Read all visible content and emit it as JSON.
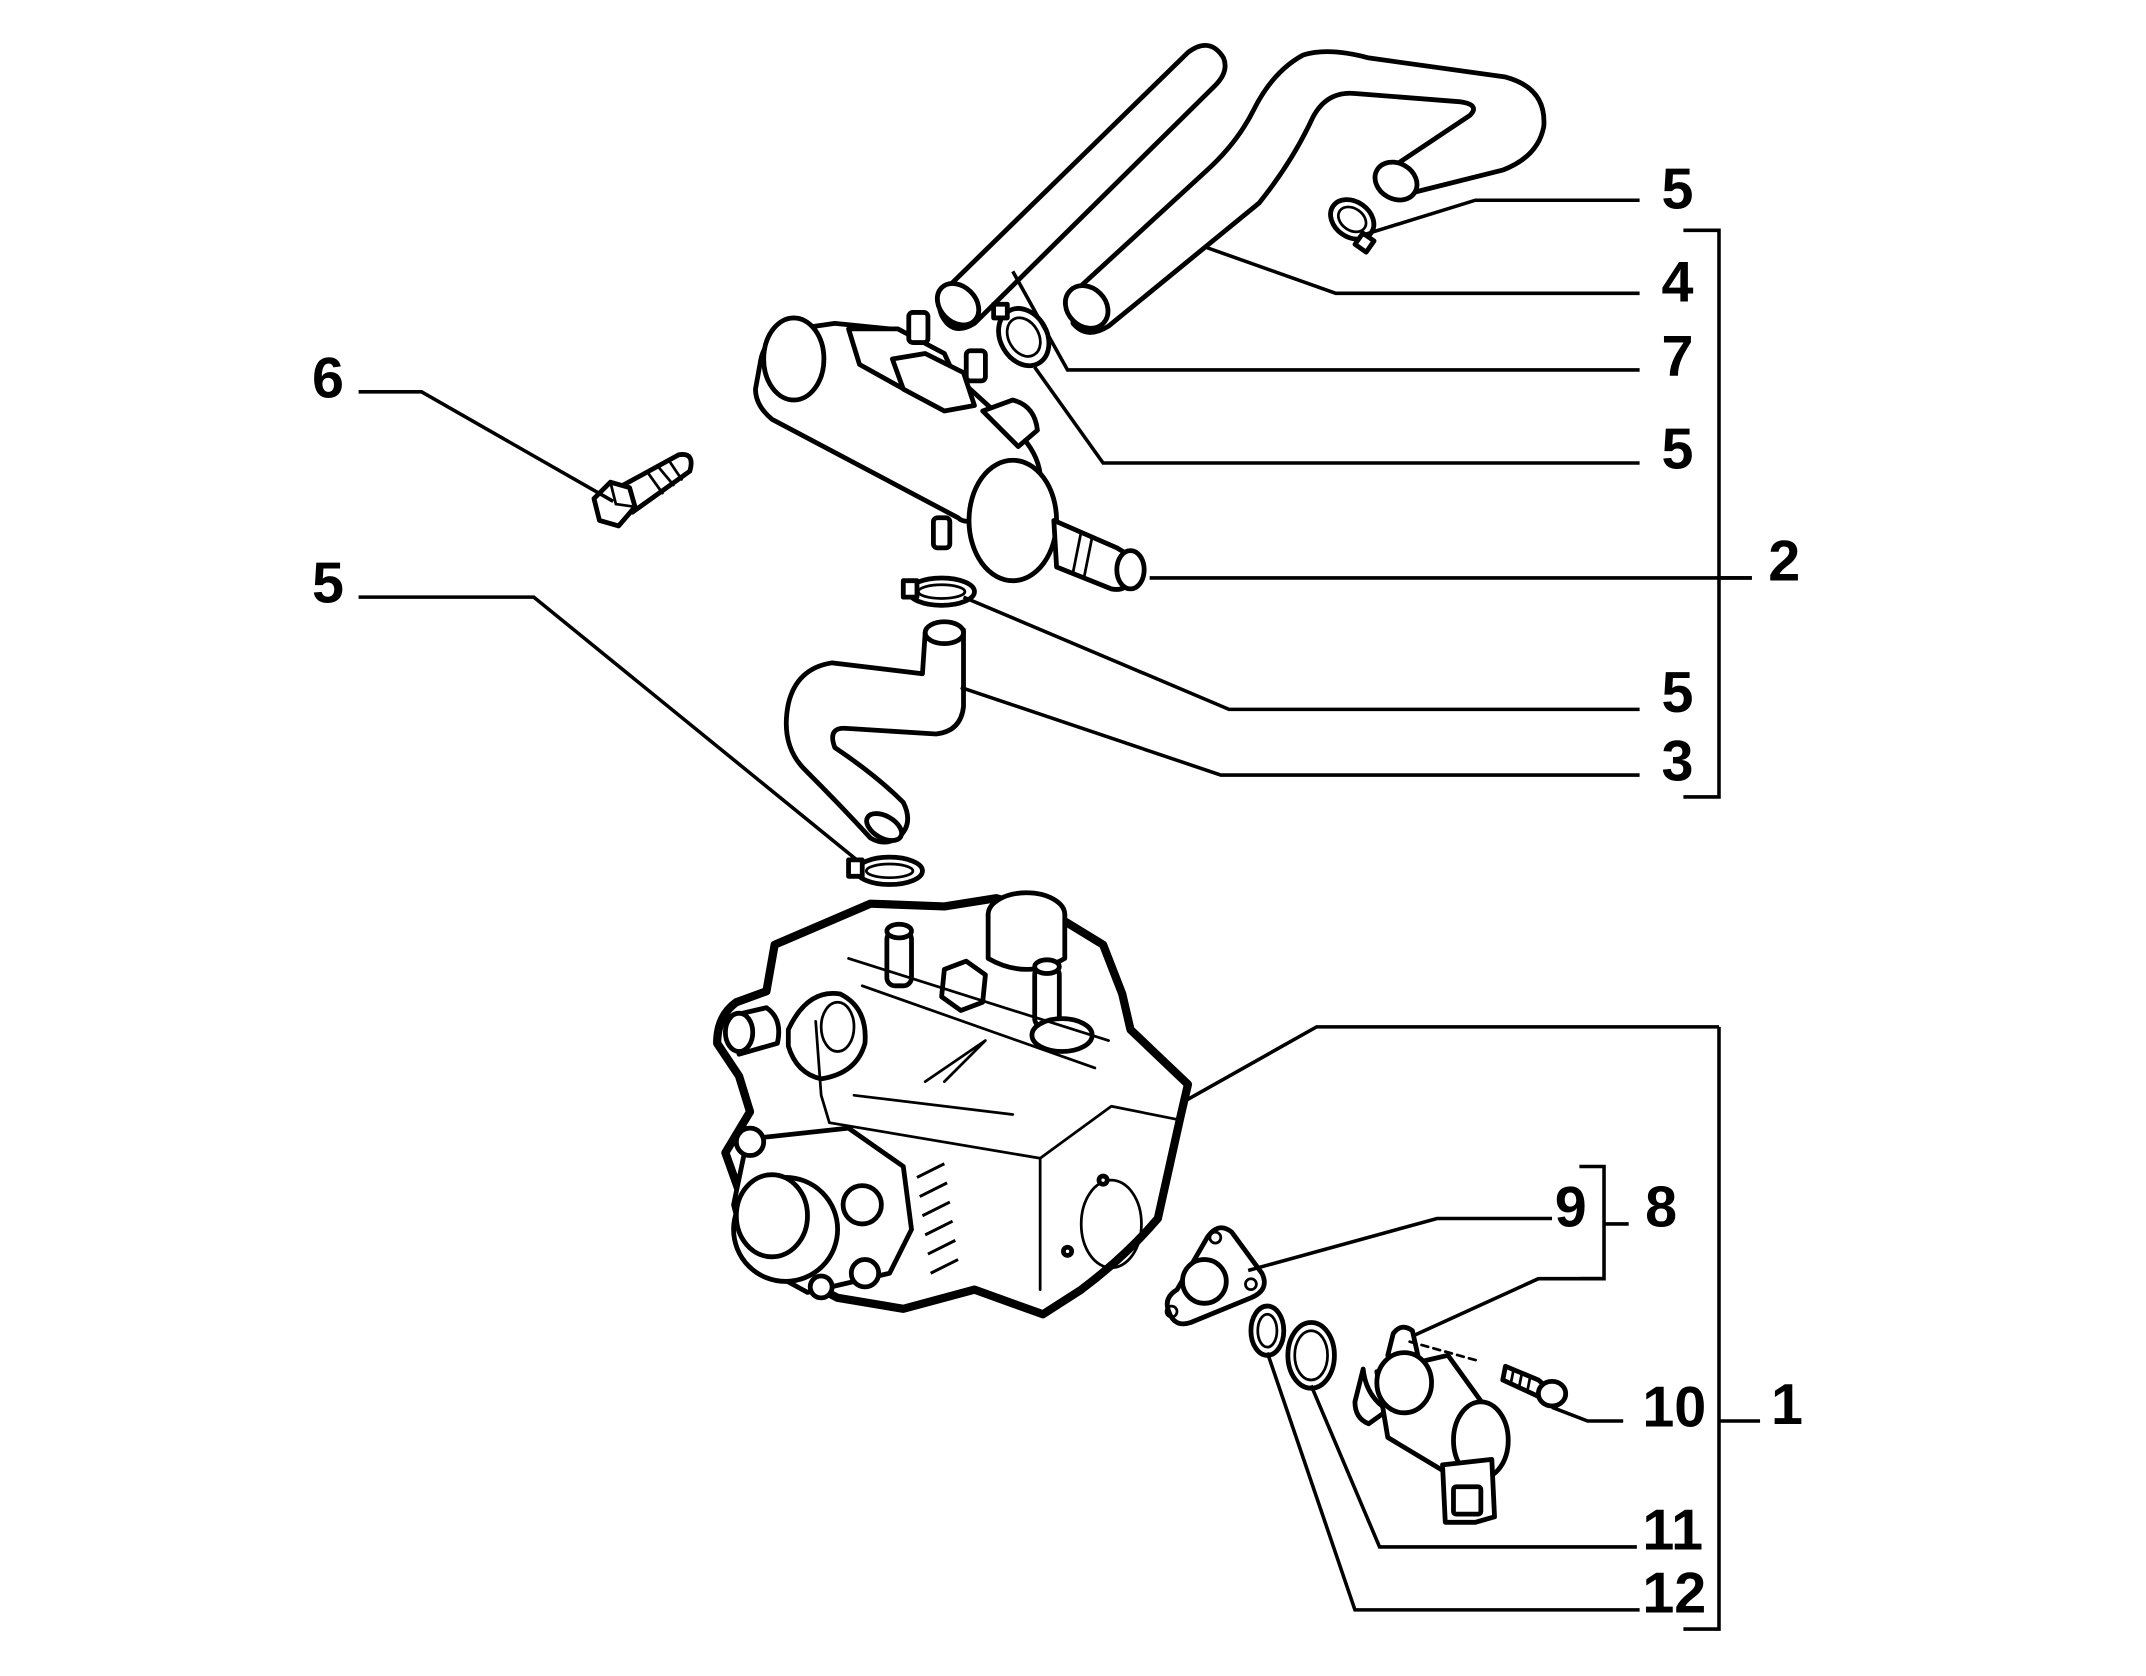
{
  "diagram": {
    "callouts": [
      {
        "id": "c5a",
        "label": "5"
      },
      {
        "id": "c4",
        "label": "4"
      },
      {
        "id": "c7",
        "label": "7"
      },
      {
        "id": "c5b",
        "label": "5"
      },
      {
        "id": "c2",
        "label": "2"
      },
      {
        "id": "c5c",
        "label": "5"
      },
      {
        "id": "c3",
        "label": "3"
      },
      {
        "id": "c6",
        "label": "6"
      },
      {
        "id": "c5d",
        "label": "5"
      },
      {
        "id": "c9",
        "label": "9"
      },
      {
        "id": "c8",
        "label": "8"
      },
      {
        "id": "c10",
        "label": "10"
      },
      {
        "id": "c1",
        "label": "1"
      },
      {
        "id": "c11",
        "label": "11"
      },
      {
        "id": "c12",
        "label": "12"
      }
    ],
    "parts": [
      {
        "name": "return-hose-upper",
        "icon": "hose-icon"
      },
      {
        "name": "return-hose-long",
        "icon": "hose-icon"
      },
      {
        "name": "hose-clamp",
        "icon": "clamp-icon"
      },
      {
        "name": "fuel-filter-housing",
        "icon": "filter-icon"
      },
      {
        "name": "bolt",
        "icon": "bolt-icon"
      },
      {
        "name": "lower-hose",
        "icon": "hose-icon"
      },
      {
        "name": "high-pressure-pump",
        "icon": "pump-icon"
      },
      {
        "name": "gasket",
        "icon": "gasket-icon"
      },
      {
        "name": "o-ring",
        "icon": "o-ring-icon"
      },
      {
        "name": "pressure-regulator-valve",
        "icon": "valve-icon"
      },
      {
        "name": "screw",
        "icon": "screw-icon"
      }
    ]
  }
}
